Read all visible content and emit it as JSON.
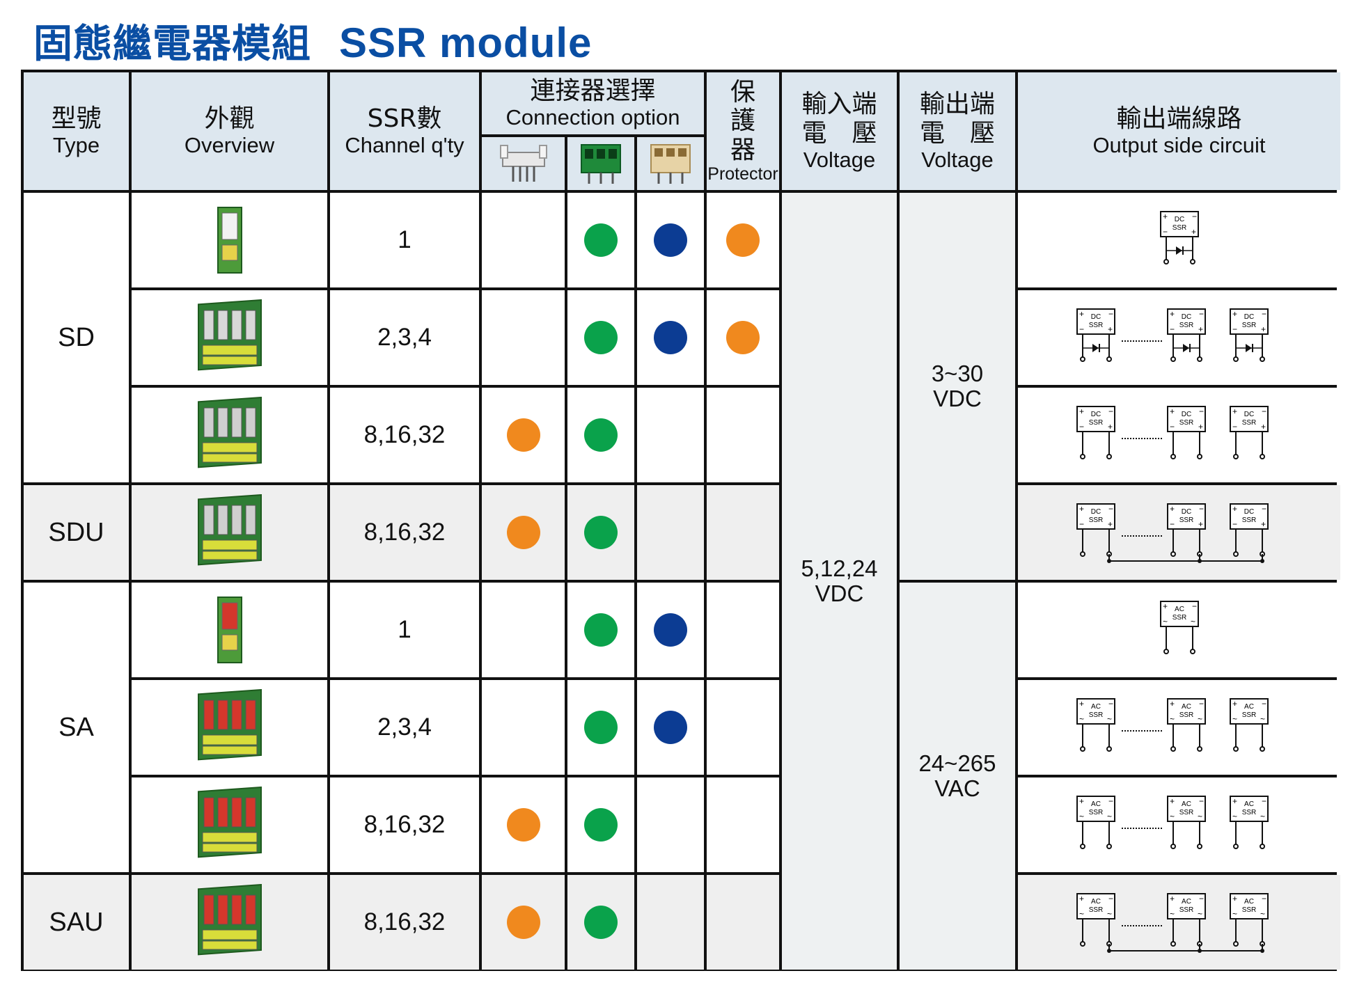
{
  "title": {
    "zh": "固態繼電器模組",
    "en": "SSR module"
  },
  "colors": {
    "orange": "#f0891e",
    "green": "#0aa24b",
    "blue": "#0c3c93",
    "header_bg": "#dde7ef",
    "title_blue": "#0a4ea3"
  },
  "header": {
    "type_zh": "型號",
    "type_en": "Type",
    "overview_zh": "外觀",
    "overview_en": "Overview",
    "ssr_zh": "SSR數",
    "ssr_en": "Channel q'ty",
    "conn_zh": "連接器選擇",
    "conn_en": "Connection option",
    "prot_zh1": "保",
    "prot_zh2": "護",
    "prot_zh3": "器",
    "prot_en": "Protector",
    "in_zh1": "輸入端",
    "in_zh2": "電　壓",
    "in_en": "Voltage",
    "out_zh1": "輸出端",
    "out_zh2": "電　壓",
    "out_en": "Voltage",
    "circ_zh": "輸出端線路",
    "circ_en": "Output side circuit"
  },
  "connector_icons": [
    "header-connector-icon",
    "terminal-block-green-icon",
    "terminal-block-beige-icon"
  ],
  "types": [
    "SD",
    "SDU",
    "SA",
    "SAU"
  ],
  "rows": [
    {
      "channels": "1",
      "conn": [
        "",
        "green",
        "blue"
      ],
      "prot": "orange"
    },
    {
      "channels": "2,3,4",
      "conn": [
        "",
        "green",
        "blue"
      ],
      "prot": "orange"
    },
    {
      "channels": "8,16,32",
      "conn": [
        "orange",
        "green",
        ""
      ],
      "prot": ""
    },
    {
      "channels": "8,16,32",
      "conn": [
        "orange",
        "green",
        ""
      ],
      "prot": ""
    },
    {
      "channels": "1",
      "conn": [
        "",
        "green",
        "blue"
      ],
      "prot": ""
    },
    {
      "channels": "2,3,4",
      "conn": [
        "",
        "green",
        "blue"
      ],
      "prot": ""
    },
    {
      "channels": "8,16,32",
      "conn": [
        "orange",
        "green",
        ""
      ],
      "prot": ""
    },
    {
      "channels": "8,16,32",
      "conn": [
        "orange",
        "green",
        ""
      ],
      "prot": ""
    }
  ],
  "input_voltage": {
    "line1": "5,12,24",
    "line2": "VDC"
  },
  "output_voltage_dc": {
    "line1": "3~30",
    "line2": "VDC"
  },
  "output_voltage_ac": {
    "line1": "24~265",
    "line2": "VAC"
  },
  "circuit": {
    "dc_label1": "DC",
    "ac_label1": "AC",
    "label2": "SSR"
  }
}
